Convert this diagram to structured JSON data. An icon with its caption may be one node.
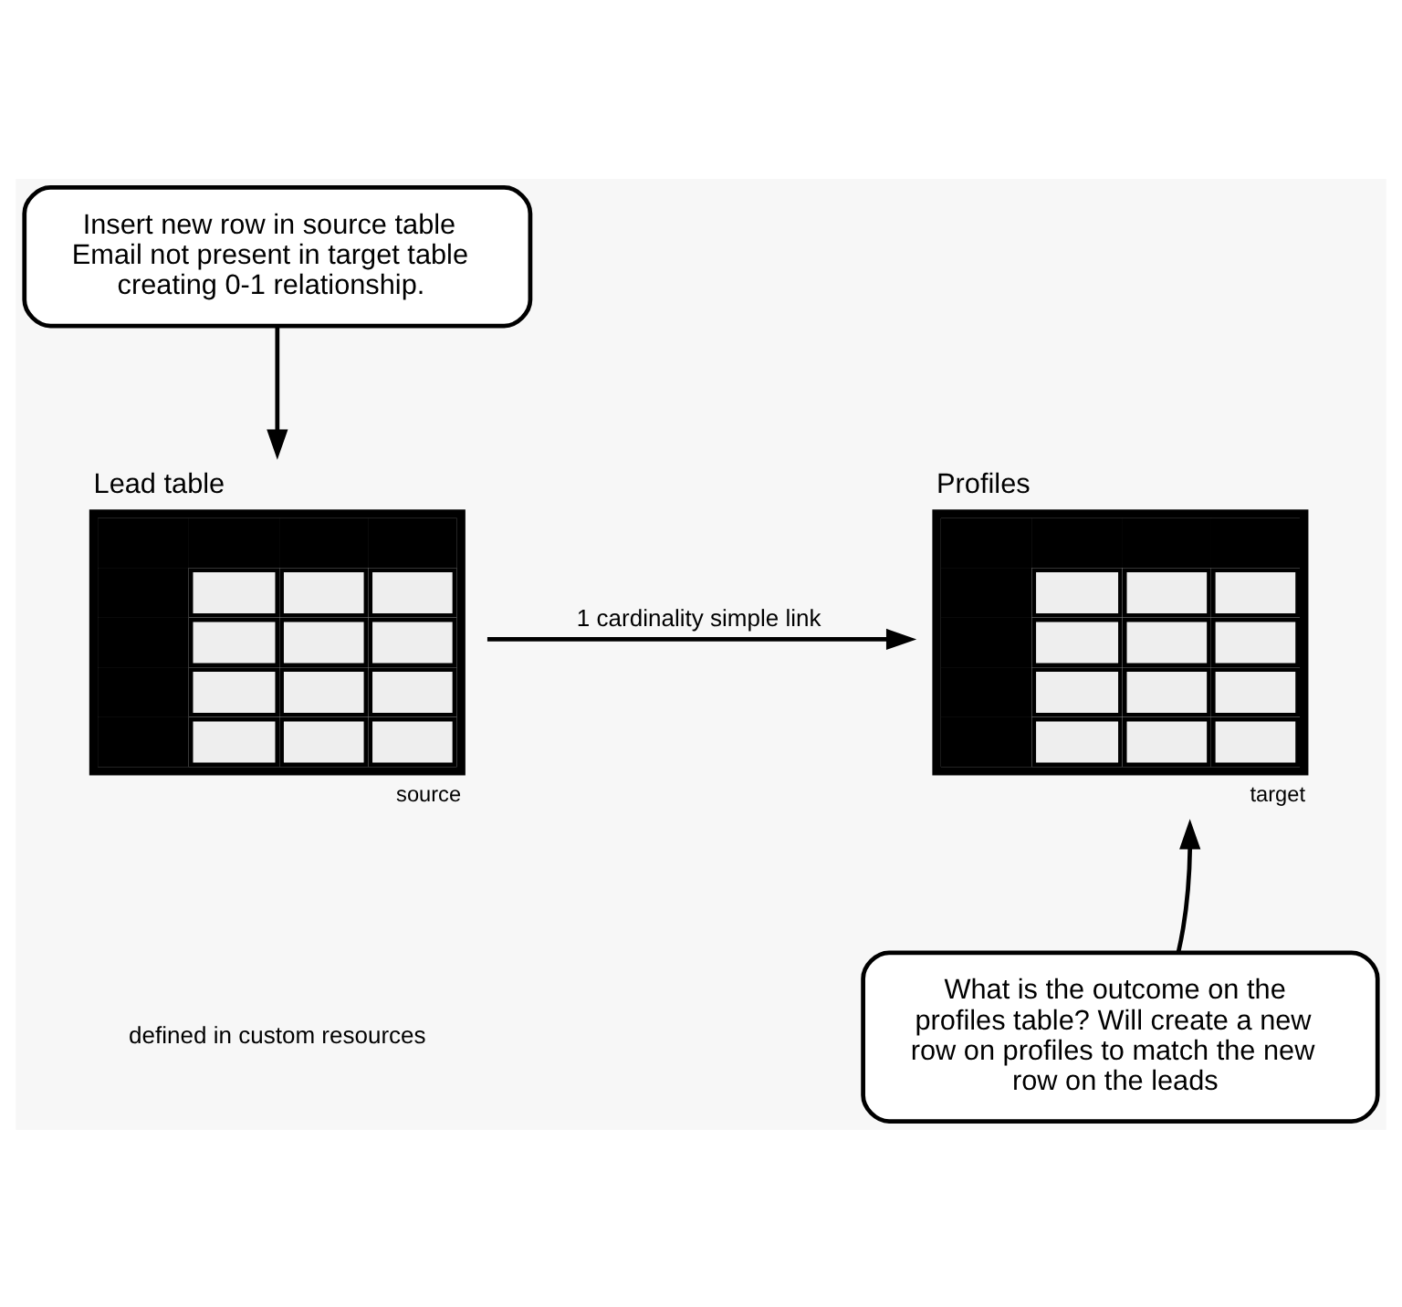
{
  "diagram": {
    "nodes": [
      {
        "text": [
          "Insert new row in source table Email not present in target table creating 0-1 relationship."
        ]
      },
      {
        "text": [
          "Profiles"
        ],
        "beside": [
          "target"
        ]
      },
      {
        "text": [
          "Lead table"
        ],
        "beside": [
          "source"
        ]
      },
      {
        "text": [
          "What is the outcome on the profiles table? Will create a new row on profiles to match the new row on the leads"
        ]
      }
    ],
    "edges": [
      {
        "from": 0,
        "to": 2,
        "arrow": "to"
      },
      {
        "from": 2,
        "to": 1,
        "arrow": "to",
        "label": "1 cardinality simple link"
      },
      {
        "from": 3,
        "to": 1,
        "arrow": "to"
      }
    ],
    "labels": [
      "defined in custom resources"
    ]
  }
}
